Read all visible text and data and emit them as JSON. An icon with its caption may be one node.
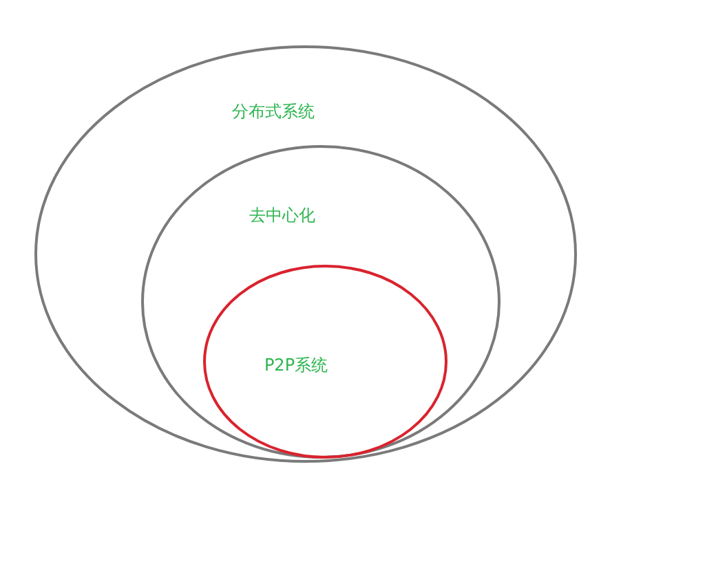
{
  "diagram": {
    "nodes": [
      {
        "text": [
          "分布式系统"
        ]
      },
      {
        "text": [
          "去中心化"
        ],
        "in": 0
      },
      {
        "text": [
          "P2P系统"
        ],
        "in": 1
      }
    ]
  }
}
